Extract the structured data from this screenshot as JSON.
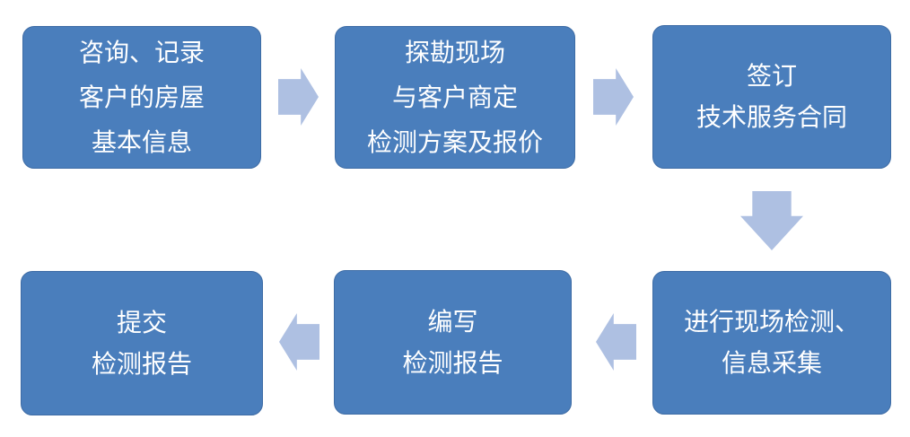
{
  "colors": {
    "background": "#ffffff",
    "node_fill": "#4A7EBC",
    "node_border": "#3E6CA5",
    "node_text": "#ffffff",
    "arrow_fill": "#AEC0E2"
  },
  "steps": [
    {
      "id": 1,
      "lines": [
        "咨询、记录",
        "客户的房屋",
        "基本信息"
      ]
    },
    {
      "id": 2,
      "lines": [
        "探勘现场",
        "与客户商定",
        "检测方案及报价"
      ]
    },
    {
      "id": 3,
      "lines": [
        "签订",
        "技术服务合同"
      ]
    },
    {
      "id": 4,
      "lines": [
        "进行现场检测、",
        "信息采集"
      ]
    },
    {
      "id": 5,
      "lines": [
        "编写",
        "检测报告"
      ]
    },
    {
      "id": 6,
      "lines": [
        "提交",
        "检测报告"
      ]
    }
  ],
  "connectors": [
    {
      "from": 1,
      "to": 2,
      "direction": "right"
    },
    {
      "from": 2,
      "to": 3,
      "direction": "right"
    },
    {
      "from": 3,
      "to": 4,
      "direction": "down"
    },
    {
      "from": 4,
      "to": 5,
      "direction": "left"
    },
    {
      "from": 5,
      "to": 6,
      "direction": "left"
    }
  ]
}
